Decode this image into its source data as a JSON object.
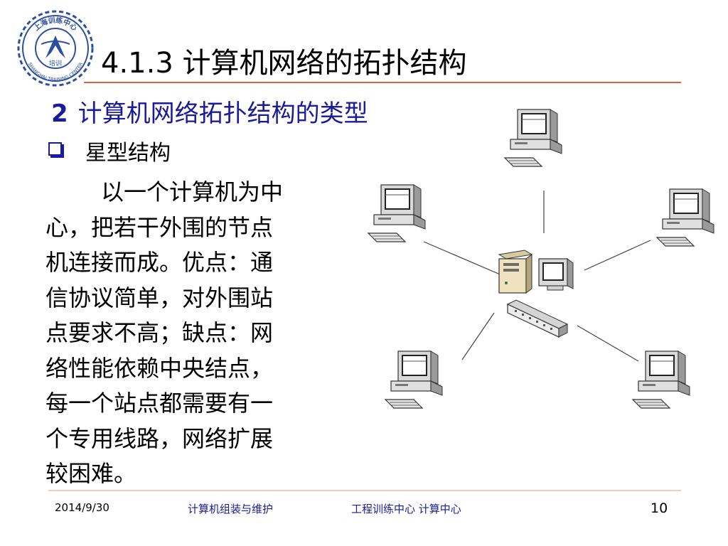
{
  "header": {
    "title": "4.1.3  计算机网络的拓扑结构",
    "logo_texts": [
      "上海训练中心",
      "培训",
      "SHANGHAI TRAINING CENTER"
    ]
  },
  "section": {
    "number": "2",
    "heading": "计算机网络拓扑结构的类型"
  },
  "bullet": {
    "label": "星型结构"
  },
  "description": {
    "lines": [
      "以一个计算机为中",
      "心，把若干外围的节点",
      "机连接而成。优点：通",
      "信协议简单，对外围站",
      "点要求不高；缺点：网",
      "络性能依赖中央结点，",
      "每一个站点都需要有一",
      "个专用线路，网络扩展",
      "较困难。"
    ]
  },
  "diagram": {
    "center_icons": [
      "server-tower-icon",
      "monitor-icon",
      "hub-switch-icon"
    ],
    "node_icon": "computer-workstation-icon",
    "node_count": 5
  },
  "footer": {
    "date": "2014/9/30",
    "course": "计算机组装与维护",
    "org": "工程训练中心 计算中心",
    "page": "10"
  },
  "colors": {
    "heading_blue": "#1a1a9c",
    "rule_orange": "#e0603a",
    "footer_rule": "#f3cabc",
    "logo_blue": "#2e4fa0"
  }
}
